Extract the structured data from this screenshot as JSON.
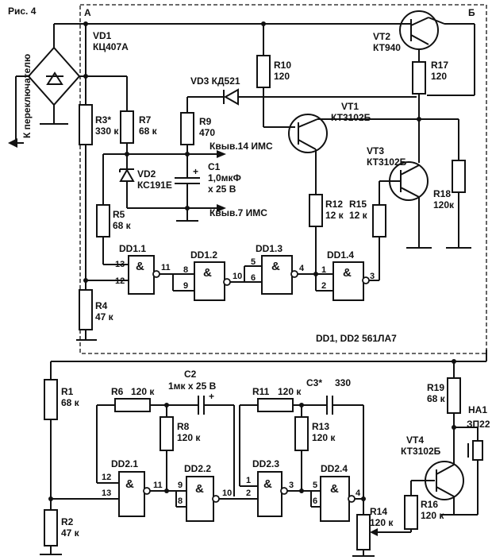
{
  "figure": {
    "title": "Рис. 4",
    "node_a": "А",
    "node_b": "Б",
    "switch_label": "К переключателю",
    "ic_note": "DD1, DD2  561ЛА7"
  },
  "ic_pins": {
    "pin14": "Квыв.14 ИМС",
    "pin7": "Квыв.7 ИМС"
  },
  "vd1": {
    "ref": "VD1",
    "type": "КЦ407А"
  },
  "vd2": {
    "ref": "VD2",
    "type": "КС191Е"
  },
  "vd3": {
    "ref": "VD3 КД521"
  },
  "vt1": {
    "ref": "VT1",
    "type": "КТ3102Б"
  },
  "vt2": {
    "ref": "VT2",
    "type": "КТ940"
  },
  "vt3": {
    "ref": "VT3",
    "type": "КТ3102Б"
  },
  "vt4": {
    "ref": "VT4",
    "type": "КТ3102Б"
  },
  "ha1": {
    "ref": "HA1",
    "type": "ЗП22"
  },
  "c1": {
    "ref": "C1",
    "v1": "1,0мкФ",
    "v2": "х 25 В"
  },
  "c2": {
    "ref": "C2",
    "value": "1мк х 25 В"
  },
  "c3": {
    "ref": "C3*",
    "value": "330"
  },
  "r1": {
    "ref": "R1",
    "value": "68 к"
  },
  "r2": {
    "ref": "R2",
    "value": "47 к"
  },
  "r3": {
    "ref": "R3*",
    "value": "330 к"
  },
  "r4": {
    "ref": "R4",
    "value": "47 к"
  },
  "r5": {
    "ref": "R5",
    "value": "68 к"
  },
  "r6": {
    "ref": "R6",
    "value": "120 к"
  },
  "r7": {
    "ref": "R7",
    "value": "68 к"
  },
  "r8": {
    "ref": "R8",
    "value": "120 к"
  },
  "r9": {
    "ref": "R9",
    "value": "470"
  },
  "r10": {
    "ref": "R10",
    "value": "120"
  },
  "r11": {
    "ref": "R11",
    "value": "120 к"
  },
  "r12": {
    "ref": "R12",
    "value": "12 к"
  },
  "r13": {
    "ref": "R13",
    "value": "120 к"
  },
  "r14": {
    "ref": "R14",
    "value": "120 к"
  },
  "r15": {
    "ref": "R15",
    "value": "12 к"
  },
  "r16": {
    "ref": "R16",
    "value": "120 к"
  },
  "r17": {
    "ref": "R17",
    "value": "120"
  },
  "r18": {
    "ref": "R18",
    "value": "120к"
  },
  "r19": {
    "ref": "R19",
    "value": "68 к"
  },
  "gates": {
    "dd11": {
      "ref": "DD1.1",
      "symbol": "&",
      "pins": [
        "13",
        "12",
        "11"
      ]
    },
    "dd12": {
      "ref": "DD1.2",
      "symbol": "&",
      "pins": [
        "8",
        "9",
        "10"
      ]
    },
    "dd13": {
      "ref": "DD1.3",
      "symbol": "&",
      "pins": [
        "5",
        "6",
        "4"
      ]
    },
    "dd14": {
      "ref": "DD1.4",
      "symbol": "&",
      "pins": [
        "1",
        "2",
        "3"
      ]
    },
    "dd21": {
      "ref": "DD2.1",
      "symbol": "&",
      "pins": [
        "12",
        "13",
        "11"
      ]
    },
    "dd22": {
      "ref": "DD2.2",
      "symbol": "&",
      "pins": [
        "9",
        "8",
        "10"
      ]
    },
    "dd23": {
      "ref": "DD2.3",
      "symbol": "&",
      "pins": [
        "1",
        "2",
        "3"
      ]
    },
    "dd24": {
      "ref": "DD2.4",
      "symbol": "&",
      "pins": [
        "5",
        "6",
        "4"
      ]
    }
  }
}
